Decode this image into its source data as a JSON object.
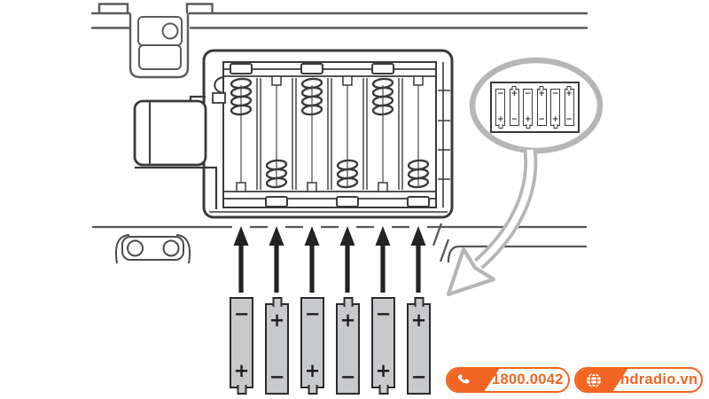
{
  "diagram_title": "battery-installation-diagram",
  "colors": {
    "accent_orange": "#F26522",
    "line_dark": "#3A3A3C",
    "soft_gray": "#B5B6B8",
    "battery_fill": "#C8C9CB"
  },
  "inset": {
    "batteries": [
      {
        "top": "−",
        "bottom": "+"
      },
      {
        "top": "+",
        "bottom": "−"
      },
      {
        "top": "−",
        "bottom": "+"
      },
      {
        "top": "+",
        "bottom": "−"
      },
      {
        "top": "−",
        "bottom": "+"
      },
      {
        "top": "+",
        "bottom": "−"
      }
    ]
  },
  "batteries": {
    "items": [
      {
        "top": "−",
        "bottom": "+"
      },
      {
        "top": "+",
        "bottom": "−"
      },
      {
        "top": "−",
        "bottom": "+"
      },
      {
        "top": "+",
        "bottom": "−"
      },
      {
        "top": "−",
        "bottom": "+"
      },
      {
        "top": "+",
        "bottom": "−"
      }
    ]
  },
  "badges": {
    "phone": {
      "icon": "phone-icon",
      "label": "1800.0042"
    },
    "website": {
      "icon": "globe-icon",
      "label": "hdradio.vn"
    }
  }
}
